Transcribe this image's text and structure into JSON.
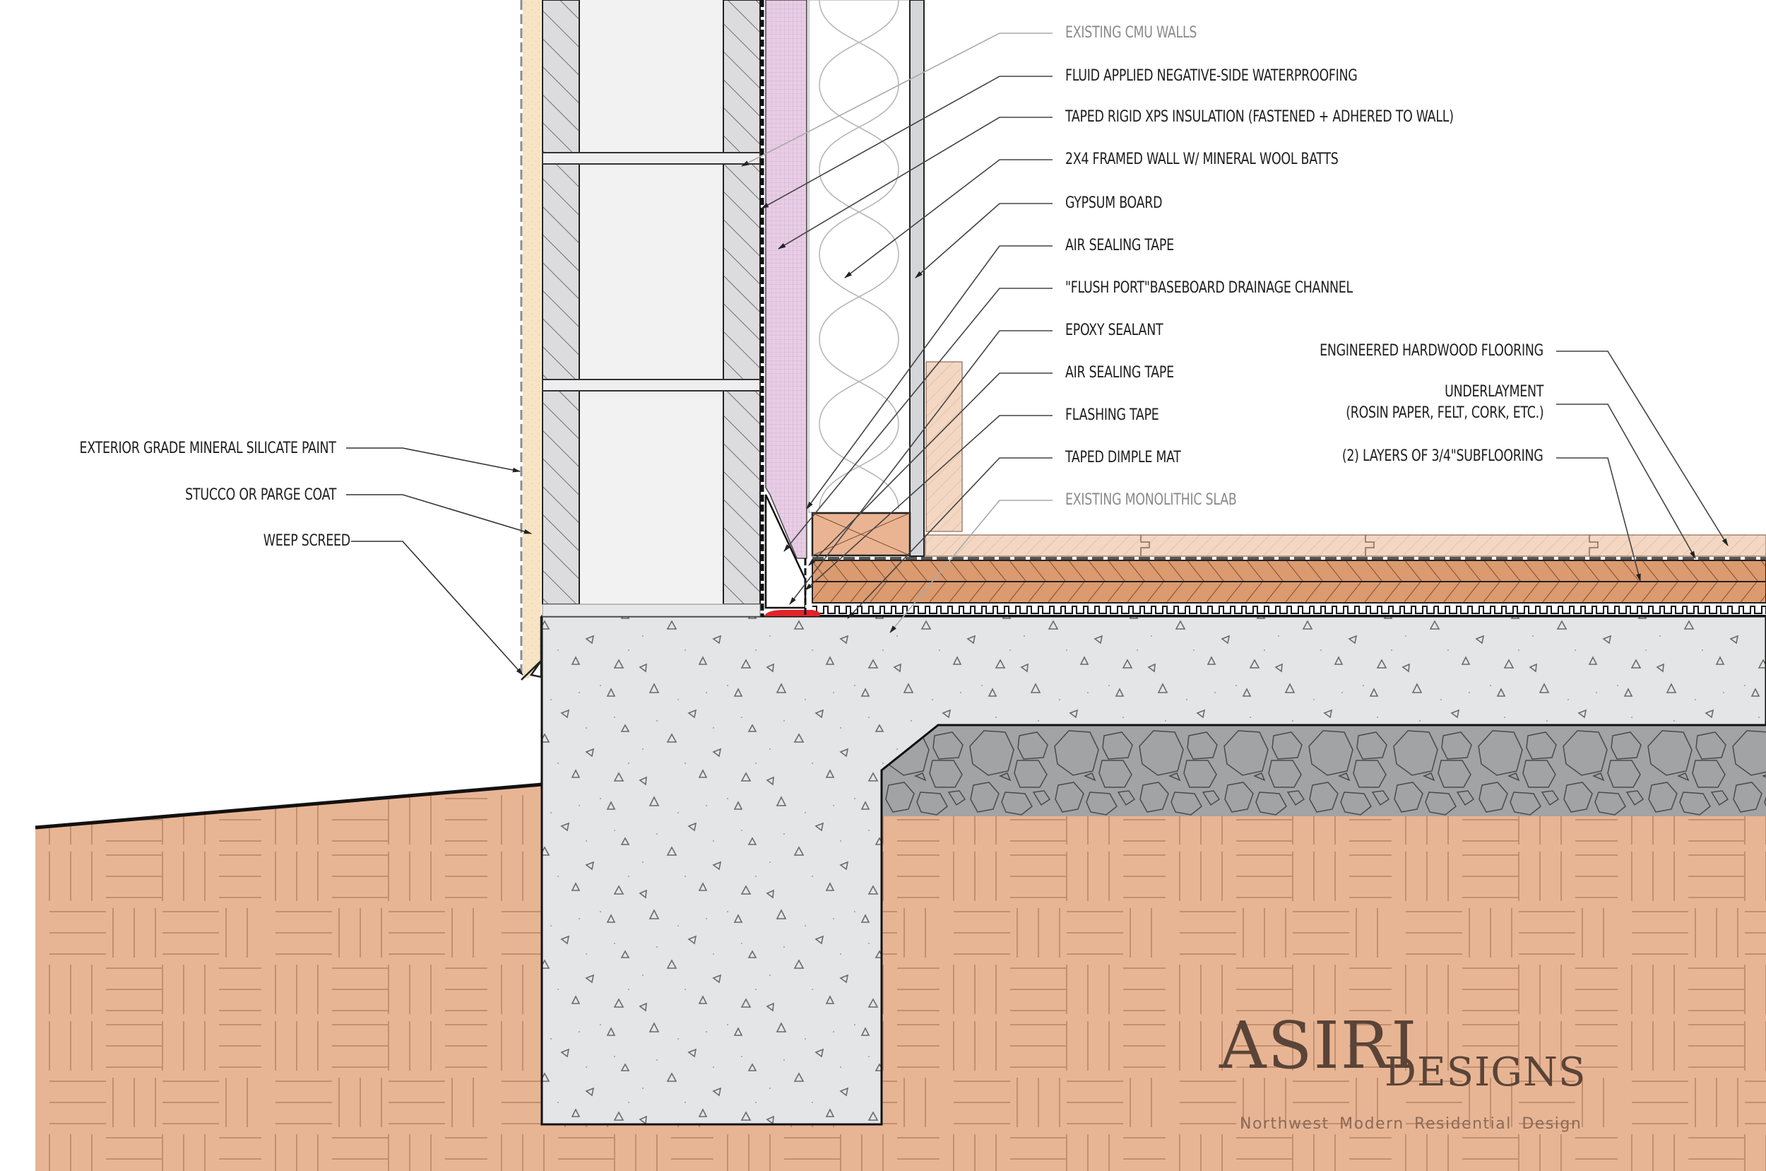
{
  "drawing": {
    "title": "Basement wall retrofit detail at monolithic slab",
    "colors": {
      "soil": "#e8b594",
      "soil_line": "#c48f6e",
      "concrete": "#e4e5e7",
      "gravel": "#a2a3a5",
      "cmu_shell": "#dcdcde",
      "cmu_core": "#f2f2f2",
      "stucco": "#f7e4c4",
      "xps": "#e8cde5",
      "subfloor": "#dc9a6f",
      "hardwood": "#f3d7c2",
      "bottom_plate": "#eab492",
      "gypsum": "#d4d6d9",
      "epoxy": "#e0242a"
    }
  },
  "labels_left": [
    {
      "text": "EXTERIOR GRADE MINERAL SILICATE PAINT"
    },
    {
      "text": "STUCCO OR PARGE COAT"
    },
    {
      "text": "WEEP SCREED"
    }
  ],
  "labels_right": [
    {
      "text": "EXISTING CMU WALLS",
      "style": "existing"
    },
    {
      "text": "FLUID APPLIED NEGATIVE-SIDE WATERPROOFING"
    },
    {
      "text": "TAPED RIGID XPS INSULATION (FASTENED + ADHERED TO WALL)"
    },
    {
      "text": "2X4 FRAMED WALL W/ MINERAL WOOL BATTS"
    },
    {
      "text": "GYPSUM BOARD"
    },
    {
      "text": "AIR SEALING TAPE"
    },
    {
      "text": "\"FLUSH PORT\"BASEBOARD DRAINAGE CHANNEL"
    },
    {
      "text": "EPOXY SEALANT"
    },
    {
      "text": "AIR SEALING TAPE"
    },
    {
      "text": "FLASHING TAPE"
    },
    {
      "text": "TAPED DIMPLE MAT"
    },
    {
      "text": "EXISTING MONOLITHIC SLAB",
      "style": "existing"
    }
  ],
  "labels_floor": [
    {
      "text": "ENGINEERED HARDWOOD FLOORING"
    },
    {
      "text": "UNDERLAYMENT"
    },
    {
      "text": "(ROSIN PAPER, FELT, CORK, ETC.)"
    },
    {
      "text": "(2) LAYERS OF 3/4\"SUBFLOORING"
    }
  ],
  "logo": {
    "main": "ASIRI",
    "sub": "DESIGNS",
    "tagline": "Northwest Modern Residential Design"
  }
}
